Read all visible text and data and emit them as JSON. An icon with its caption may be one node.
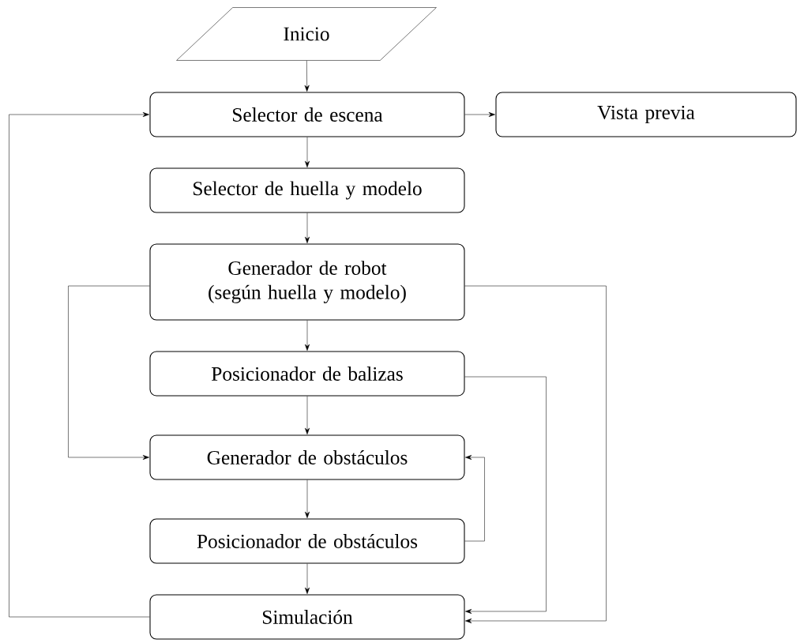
{
  "diagram": {
    "nodes": [
      {
        "text": [
          "Inicio"
        ]
      },
      {
        "text": [
          "Selector de escena"
        ]
      },
      {
        "text": [
          "Vista previa"
        ]
      },
      {
        "text": [
          "Selector de huella y modelo"
        ]
      },
      {
        "text": [
          "Generador de robot (según huella y modelo)"
        ]
      },
      {
        "text": [
          "Posicionador de balizas"
        ]
      },
      {
        "text": [
          "Generador de obstáculos"
        ]
      },
      {
        "text": [
          "Posicionador de obstáculos"
        ]
      },
      {
        "text": [
          "Simulación"
        ]
      }
    ],
    "edges": [
      {
        "from": 0,
        "to": 1,
        "arrow": "to"
      },
      {
        "from": 1,
        "to": 2,
        "arrow": "to"
      },
      {
        "from": 1,
        "to": 3,
        "arrow": "to"
      },
      {
        "from": 3,
        "to": 4,
        "arrow": "to"
      },
      {
        "from": 4,
        "to": 5,
        "arrow": "to"
      },
      {
        "from": 5,
        "to": 6,
        "arrow": "to"
      },
      {
        "from": 6,
        "to": 7,
        "arrow": "to"
      },
      {
        "from": 7,
        "to": 8,
        "arrow": "to"
      },
      {
        "from": 8,
        "to": 1,
        "arrow": "to"
      },
      {
        "from": 4,
        "to": 6,
        "arrow": "to"
      },
      {
        "from": 7,
        "to": 6,
        "arrow": "to"
      },
      {
        "from": 5,
        "to": 8,
        "arrow": "to"
      },
      {
        "from": 4,
        "to": 8,
        "arrow": "to"
      }
    ]
  }
}
